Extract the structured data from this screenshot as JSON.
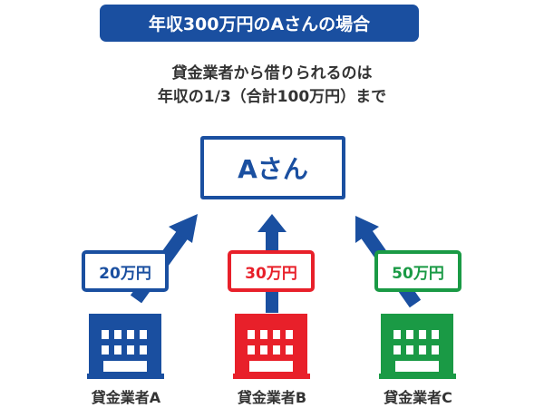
{
  "header": {
    "title": "年収300万円のAさんの場合"
  },
  "description": {
    "line1": "貸金業者から借りられるのは",
    "line2": "年収の1/3（合計100万円）まで"
  },
  "borrower": {
    "label": "Aさん"
  },
  "lenders": [
    {
      "name": "貸金業者A",
      "amount": "20万円",
      "color": "#1a4fa0"
    },
    {
      "name": "貸金業者B",
      "amount": "30万円",
      "color": "#e8202a"
    },
    {
      "name": "貸金業者C",
      "amount": "50万円",
      "color": "#1a9a45"
    }
  ]
}
